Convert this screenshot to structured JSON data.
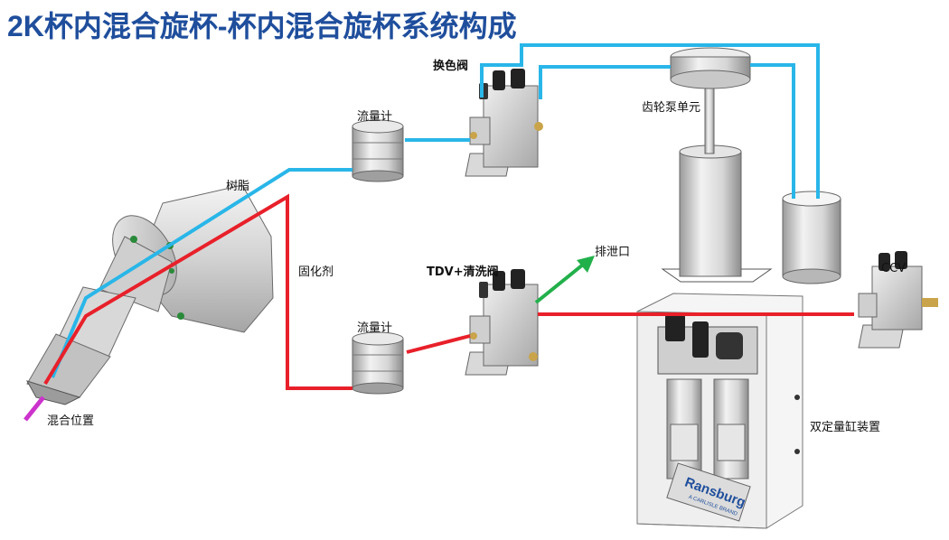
{
  "title": "2K杯内混合旋杯-杯内混合旋杯系统构成",
  "labels": {
    "color_change_valve": "换色阀",
    "flow_meter_top": "流量计",
    "flow_meter_bottom": "流量计",
    "gear_pump_unit": "齿轮泵单元",
    "resin": "树脂",
    "hardener": "固化剂",
    "tdv_valve": "TDV+清洗阀",
    "drain_port": "排泄口",
    "ccv": "CCV",
    "mixing_position": "混合位置",
    "dual_cylinder": "双定量缸装置",
    "brand": "Ransburg",
    "brand_sub": "A CARLISLE BRAND"
  },
  "colors": {
    "title": "#1f4e9c",
    "resin_line": "#29b6e8",
    "hardener_line": "#e8202a",
    "drain_arrow": "#22b04b",
    "mix_tip": "#cc33cc"
  }
}
